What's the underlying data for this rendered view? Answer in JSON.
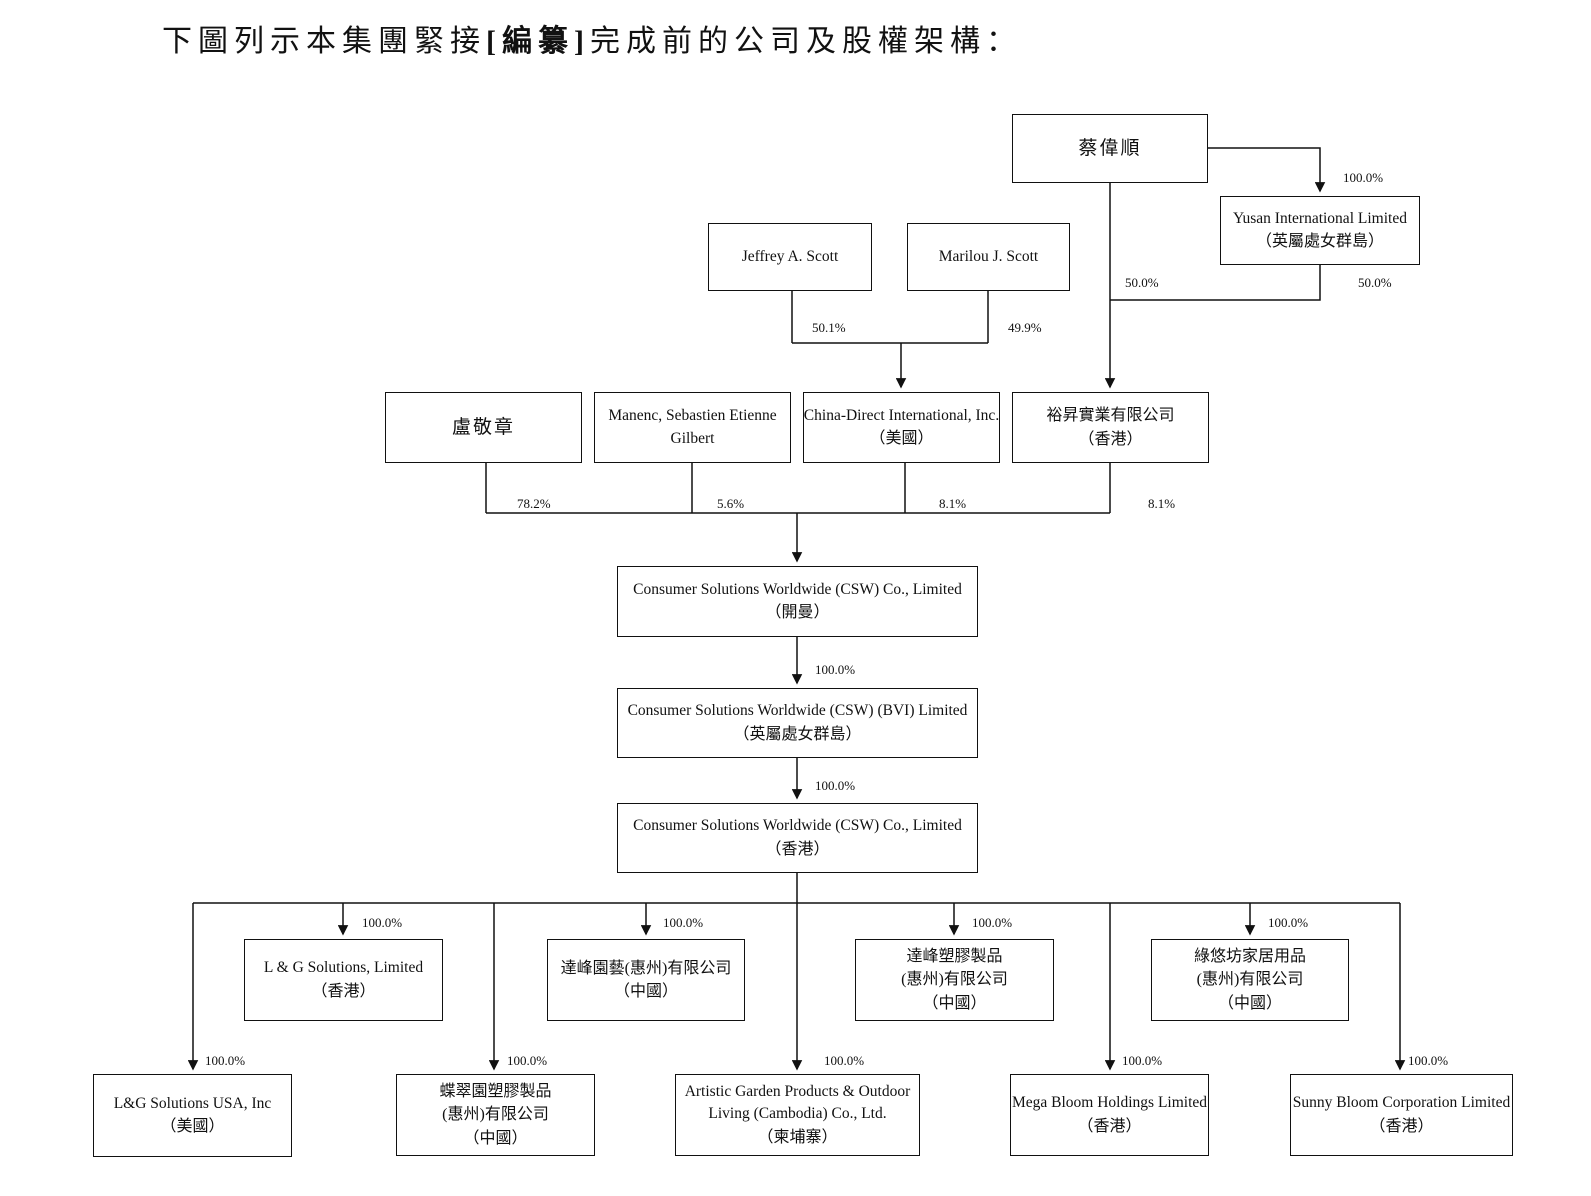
{
  "title": {
    "prefix": "下圖列示本集團緊接",
    "bold": "[編纂]",
    "suffix": "完成前的公司及股權架構："
  },
  "nodes": {
    "cai": {
      "line1": "蔡偉順"
    },
    "yusan": {
      "line1": "Yusan International Limited",
      "line2": "（英屬處女群島）"
    },
    "jeffrey": {
      "line1": "Jeffrey A. Scott"
    },
    "marilou": {
      "line1": "Marilou J. Scott"
    },
    "lu": {
      "line1": "盧敬章"
    },
    "manenc": {
      "line1": "Manenc, Sebastien Etienne",
      "line2": "Gilbert"
    },
    "china_direct": {
      "line1": "China-Direct International, Inc.",
      "line2": "（美國）"
    },
    "yusheng": {
      "line1": "裕昇實業有限公司",
      "line2": "（香港）"
    },
    "csw_cayman": {
      "line1": "Consumer Solutions Worldwide (CSW) Co., Limited",
      "line2": "（開曼）"
    },
    "csw_bvi": {
      "line1": "Consumer Solutions Worldwide (CSW) (BVI) Limited",
      "line2": "（英屬處女群島）"
    },
    "csw_hk": {
      "line1": "Consumer Solutions Worldwide (CSW) Co., Limited",
      "line2": "（香港）"
    },
    "lg_hk": {
      "line1": "L & G Solutions, Limited",
      "line2": "（香港）"
    },
    "dafeng_garden": {
      "line1": "達峰園藝(惠州)有限公司",
      "line2": "（中國）"
    },
    "dafeng_plastic": {
      "line1": "達峰塑膠製品",
      "line2": "(惠州)有限公司",
      "line3": "（中國）"
    },
    "luyoufang": {
      "line1": "綠悠坊家居用品",
      "line2": "(惠州)有限公司",
      "line3": "（中國）"
    },
    "lg_usa": {
      "line1": "L&G Solutions USA, Inc",
      "line2": "（美國）"
    },
    "diecuiyuan": {
      "line1": "蝶翠園塑膠製品",
      "line2": "(惠州)有限公司",
      "line3": "（中國）"
    },
    "artistic": {
      "line1": "Artistic Garden Products & Outdoor",
      "line2": "Living (Cambodia) Co., Ltd.",
      "line3": "（柬埔寨）"
    },
    "megabloom": {
      "line1": "Mega Bloom Holdings Limited",
      "line2": "（香港）"
    },
    "sunnybloom": {
      "line1": "Sunny Bloom Corporation Limited",
      "line2": "（香港）"
    }
  },
  "edges": {
    "cai_to_yusan": {
      "from": "蔡偉順",
      "to": "Yusan International Limited",
      "pct": "100.0%"
    },
    "cai_to_yusheng": {
      "from": "蔡偉順",
      "to": "裕昇實業有限公司",
      "pct": "50.0%"
    },
    "yusan_to_yusheng": {
      "from": "Yusan International Limited",
      "to": "裕昇實業有限公司",
      "pct": "50.0%"
    },
    "jeffrey_to_chinadirect": {
      "from": "Jeffrey A. Scott",
      "to": "China-Direct International, Inc.",
      "pct": "50.1%"
    },
    "marilou_to_chinadirect": {
      "from": "Marilou J. Scott",
      "to": "China-Direct International, Inc.",
      "pct": "49.9%"
    },
    "lu_to_csw": {
      "from": "盧敬章",
      "to": "Consumer Solutions Worldwide (CSW) Co., Limited",
      "pct": "78.2%"
    },
    "manenc_to_csw": {
      "from": "Manenc, Sebastien Etienne Gilbert",
      "to": "Consumer Solutions Worldwide (CSW) Co., Limited",
      "pct": "5.6%"
    },
    "chinadirect_to_csw": {
      "from": "China-Direct International, Inc.",
      "to": "Consumer Solutions Worldwide (CSW) Co., Limited",
      "pct": "8.1%"
    },
    "yusheng_to_csw": {
      "from": "裕昇實業有限公司",
      "to": "Consumer Solutions Worldwide (CSW) Co., Limited",
      "pct": "8.1%"
    },
    "cayman_to_bvi": {
      "from": "Consumer Solutions Worldwide (CSW) Co., Limited (開曼)",
      "to": "Consumer Solutions Worldwide (CSW) (BVI) Limited",
      "pct": "100.0%"
    },
    "bvi_to_hk": {
      "from": "Consumer Solutions Worldwide (CSW) (BVI) Limited",
      "to": "Consumer Solutions Worldwide (CSW) Co., Limited (香港)",
      "pct": "100.0%"
    },
    "hk_to_lg_usa": {
      "from": "CSW (香港)",
      "to": "L&G Solutions USA, Inc",
      "pct": "100.0%"
    },
    "hk_to_lg_hk": {
      "from": "CSW (香港)",
      "to": "L & G Solutions, Limited",
      "pct": "100.0%"
    },
    "hk_to_diecuiyuan": {
      "from": "CSW (香港)",
      "to": "蝶翠園塑膠製品(惠州)有限公司",
      "pct": "100.0%"
    },
    "hk_to_dafeng_garden": {
      "from": "CSW (香港)",
      "to": "達峰園藝(惠州)有限公司",
      "pct": "100.0%"
    },
    "hk_to_artistic": {
      "from": "CSW (香港)",
      "to": "Artistic Garden Products & Outdoor Living (Cambodia) Co., Ltd.",
      "pct": "100.0%"
    },
    "hk_to_dafeng_plastic": {
      "from": "CSW (香港)",
      "to": "達峰塑膠製品(惠州)有限公司",
      "pct": "100.0%"
    },
    "hk_to_megabloom": {
      "from": "CSW (香港)",
      "to": "Mega Bloom Holdings Limited",
      "pct": "100.0%"
    },
    "hk_to_luyoufang": {
      "from": "CSW (香港)",
      "to": "綠悠坊家居用品(惠州)有限公司",
      "pct": "100.0%"
    },
    "hk_to_sunnybloom": {
      "from": "CSW (香港)",
      "to": "Sunny Bloom Corporation Limited",
      "pct": "100.0%"
    }
  }
}
